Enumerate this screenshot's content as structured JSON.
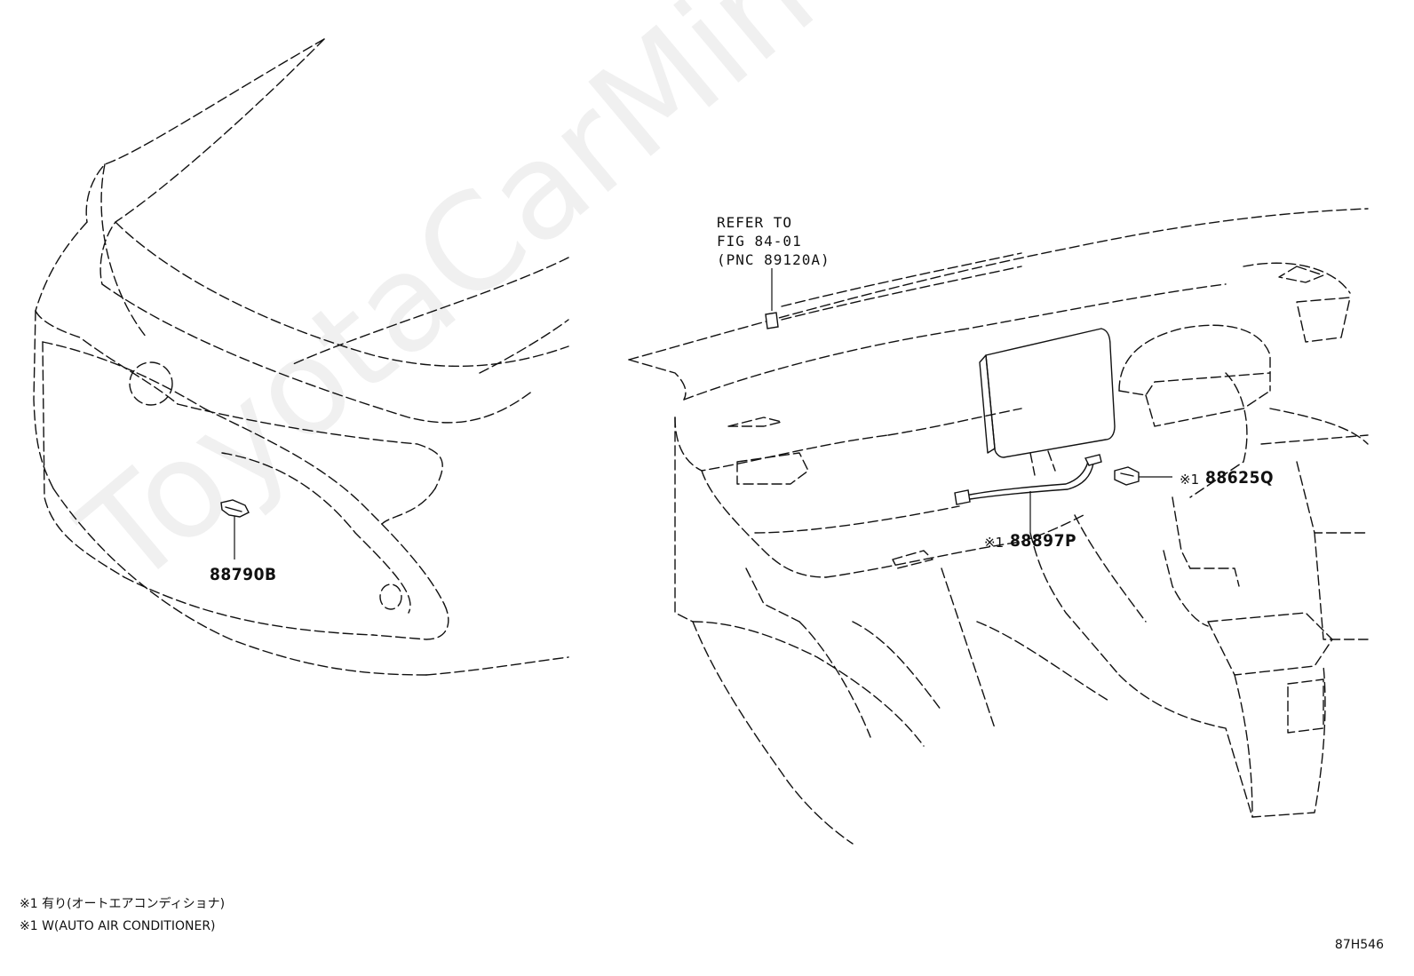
{
  "watermark": "ToyotaCarMine.ru",
  "callouts": {
    "refer_line1": "REFER TO",
    "refer_line2": "FIG 84-01",
    "refer_line3": "(PNC 89120A)",
    "part_88790b": "88790B",
    "part_88625q_mark": "※1",
    "part_88625q": "88625Q",
    "part_88897p_mark": "※1",
    "part_88897p": "88897P"
  },
  "legend": {
    "line_jp": "※1 有り(オートエアコンディショナ)",
    "line_en": "※1 W(AUTO AIR CONDITIONER)"
  },
  "figure_id": "87H546"
}
